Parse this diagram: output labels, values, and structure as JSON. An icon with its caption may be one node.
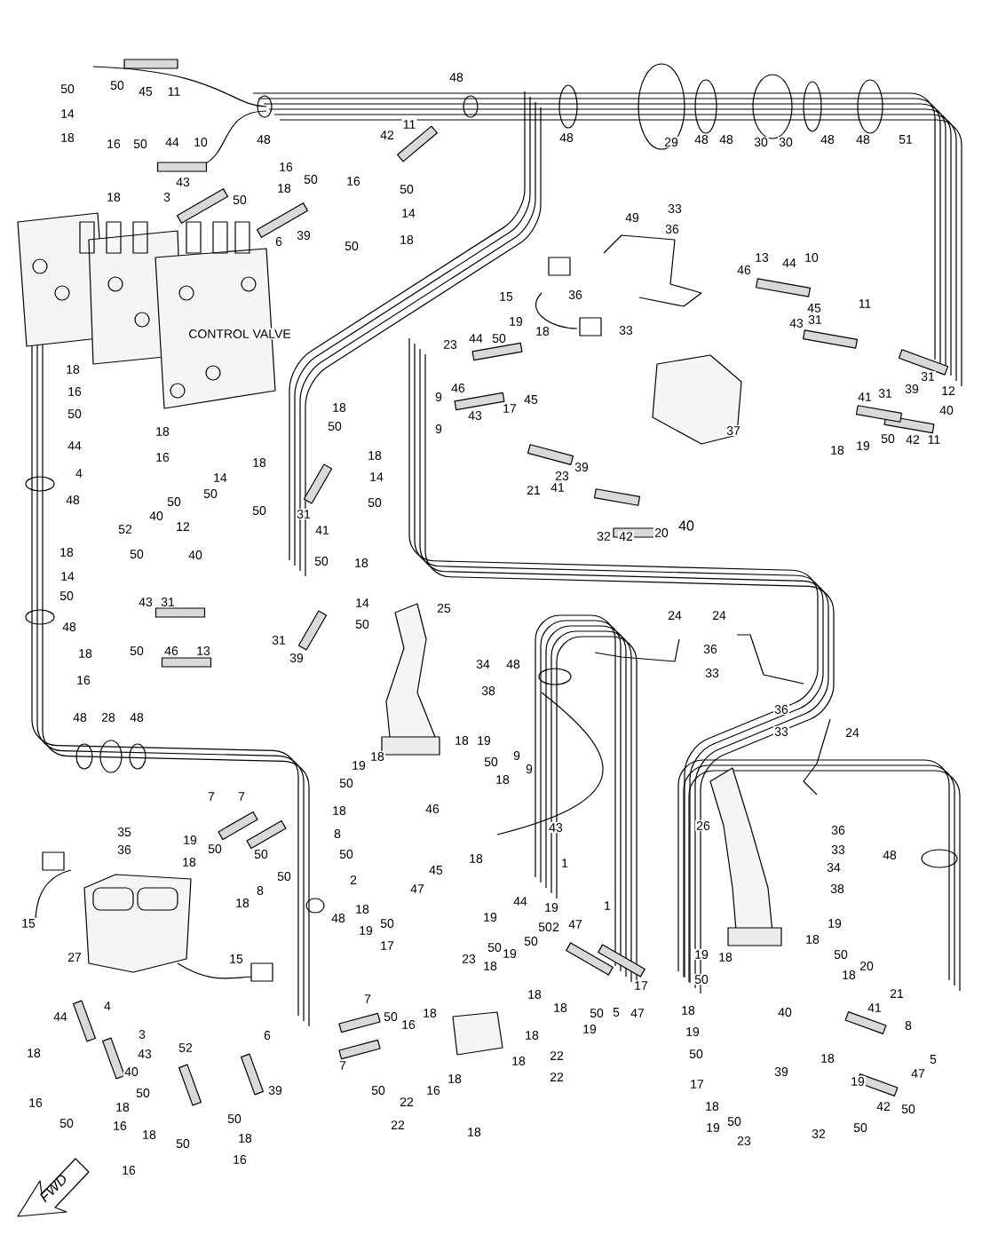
{
  "diagram": {
    "labels": [
      "50",
      "50",
      "45",
      "11",
      "14",
      "18",
      "48",
      "48",
      "11",
      "42",
      "16",
      "50",
      "44",
      "10",
      "16",
      "43",
      "3",
      "50",
      "18",
      "50",
      "16",
      "50",
      "18",
      "14",
      "6",
      "39",
      "50",
      "18",
      "48",
      "29",
      "48",
      "48",
      "30",
      "30",
      "48",
      "48",
      "51",
      "33",
      "36",
      "49",
      "13",
      "44",
      "10",
      "46",
      "15",
      "36",
      "45",
      "11",
      "19",
      "33",
      "43",
      "31",
      "23",
      "44",
      "50",
      "18",
      "46",
      "9",
      "17",
      "45",
      "9",
      "43",
      "31",
      "39",
      "31",
      "41",
      "12",
      "40",
      "37",
      "18",
      "19",
      "50",
      "42",
      "11",
      "39",
      "23",
      "21",
      "41",
      "32",
      "42",
      "20",
      "40",
      "CONTROL VALVE",
      "18",
      "16",
      "50",
      "44",
      "4",
      "48",
      "18",
      "16",
      "40",
      "52",
      "50",
      "14",
      "18",
      "50",
      "50",
      "12",
      "40",
      "18",
      "50",
      "18",
      "14",
      "50",
      "31",
      "41",
      "18",
      "50",
      "14",
      "50",
      "48",
      "43",
      "31",
      "50",
      "18",
      "14",
      "50",
      "31",
      "39",
      "18",
      "50",
      "46",
      "13",
      "16",
      "25",
      "34",
      "38",
      "48",
      "48",
      "28",
      "48",
      "24",
      "36",
      "33",
      "24",
      "36",
      "33",
      "24",
      "18",
      "19",
      "18",
      "50",
      "9",
      "9",
      "19",
      "18",
      "50",
      "18",
      "46",
      "43",
      "8",
      "50",
      "18",
      "1",
      "2",
      "45",
      "47",
      "18",
      "19",
      "50",
      "17",
      "44",
      "19",
      "50",
      "19",
      "50",
      "23",
      "7",
      "7",
      "35",
      "36",
      "19",
      "50",
      "18",
      "50",
      "8",
      "18",
      "50",
      "48",
      "15",
      "27",
      "15",
      "26",
      "36",
      "33",
      "48",
      "34",
      "38",
      "1",
      "2",
      "47",
      "17",
      "50",
      "5",
      "47",
      "50",
      "19",
      "18",
      "50",
      "18",
      "16",
      "7",
      "7",
      "18",
      "18",
      "19",
      "18",
      "22",
      "18",
      "22",
      "50",
      "16",
      "18",
      "22",
      "22",
      "18",
      "44",
      "4",
      "3",
      "43",
      "52",
      "40",
      "6",
      "39",
      "18",
      "16",
      "50",
      "50",
      "18",
      "16",
      "50",
      "18",
      "50",
      "18",
      "16",
      "16",
      "19",
      "18",
      "50",
      "20",
      "18",
      "19",
      "18",
      "50",
      "18",
      "40",
      "21",
      "41",
      "19",
      "50",
      "8",
      "5",
      "47",
      "17",
      "18",
      "39",
      "18",
      "19",
      "42",
      "50",
      "19",
      "50",
      "23",
      "32",
      "50",
      "FWD"
    ]
  }
}
